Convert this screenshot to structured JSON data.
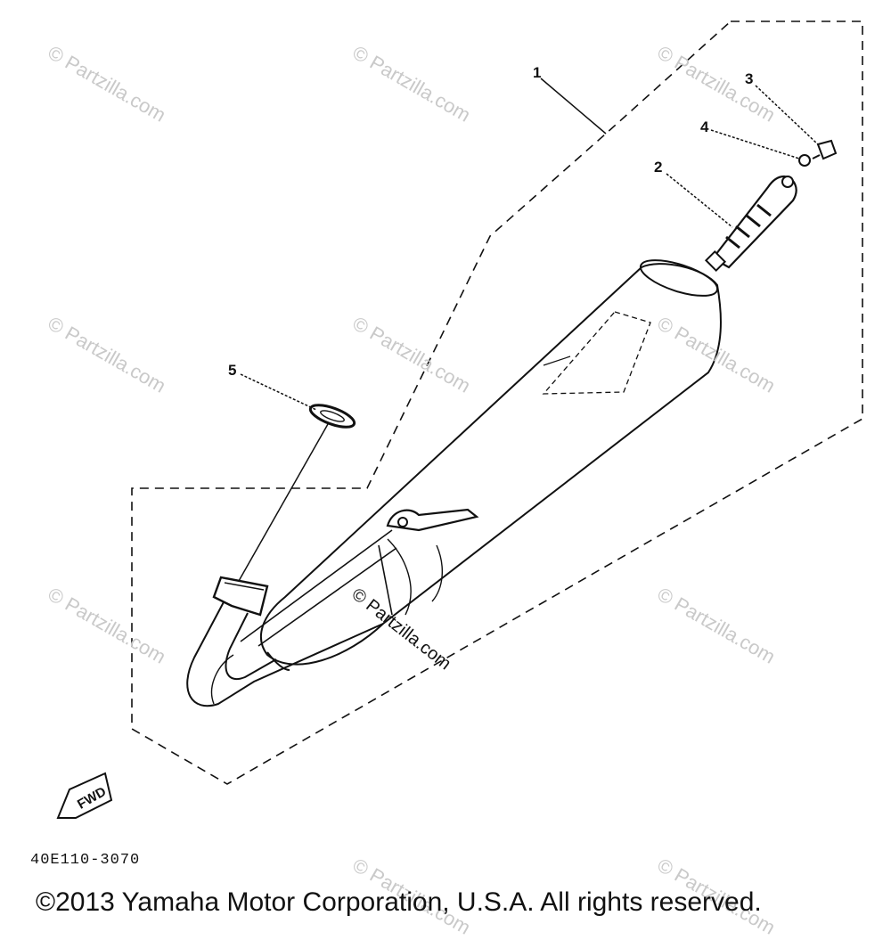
{
  "callouts": {
    "c1": "1",
    "c2": "2",
    "c3": "3",
    "c4": "4",
    "c5": "5"
  },
  "fwd_label": "FWD",
  "part_code": "40E110-3070",
  "copyright": "©2013 Yamaha Motor Corporation, U.S.A. All rights reserved.",
  "watermark": "© Partzilla.com"
}
